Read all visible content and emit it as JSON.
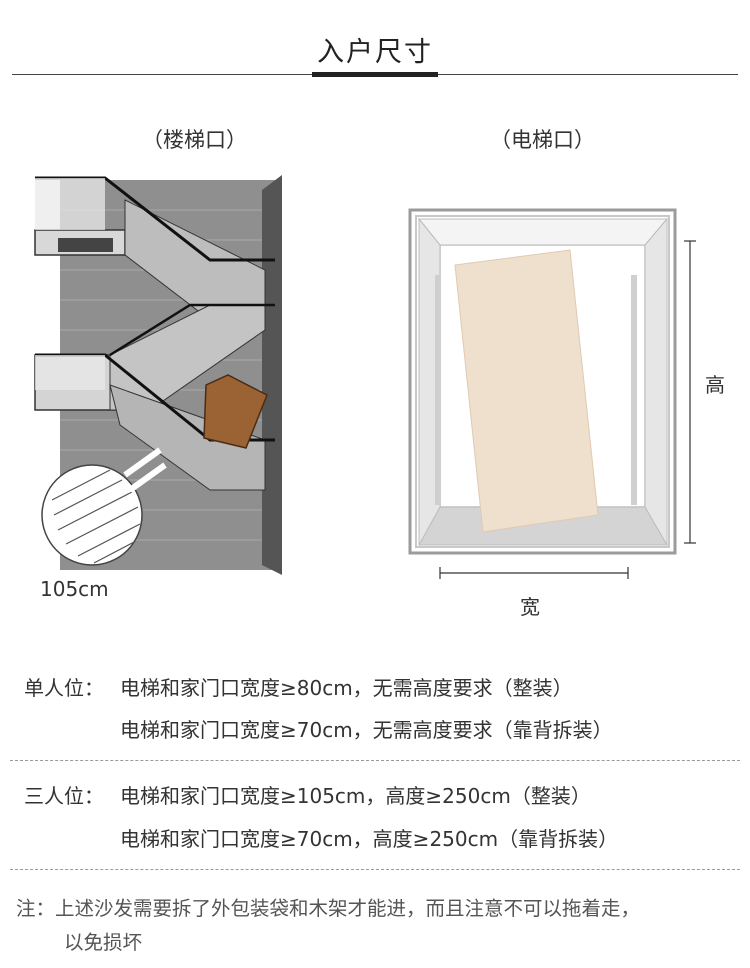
{
  "title": "入户尺寸",
  "stair": {
    "label": "（楼梯口）",
    "width_note": "105cm"
  },
  "elevator": {
    "label": "（电梯口）",
    "height_label": "高",
    "width_label": "宽"
  },
  "requirements": [
    {
      "label": "单人位：",
      "lines": [
        "电梯和家门口宽度≥80cm，无需高度要求（整装）",
        "电梯和家门口宽度≥70cm，无需高度要求（靠背拆装）"
      ]
    },
    {
      "label": "三人位：",
      "lines": [
        "电梯和家门口宽度≥105cm，高度≥250cm（整装）",
        "电梯和家门口宽度≥70cm，高度≥250cm（靠背拆装）"
      ]
    }
  ],
  "note": {
    "line1": "注：上述沙发需要拆了外包装袋和木架才能进，而且注意不可以拖着走，",
    "line2": "以免损坏"
  }
}
